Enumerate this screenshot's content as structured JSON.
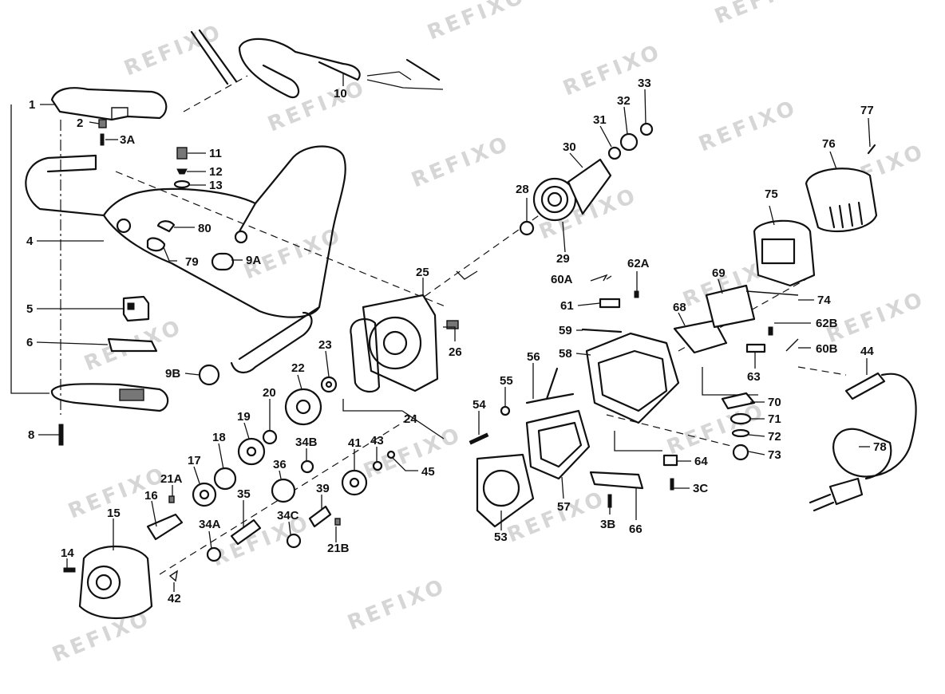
{
  "watermark": "REFIXO",
  "part_numbers": {
    "p1": "1",
    "p2": "2",
    "p3A": "3A",
    "p4": "4",
    "p5": "5",
    "p6": "6",
    "p8": "8",
    "p9A": "9A",
    "p9B": "9B",
    "p10": "10",
    "p11": "11",
    "p12": "12",
    "p13": "13",
    "p14": "14",
    "p15": "15",
    "p16": "16",
    "p17": "17",
    "p18": "18",
    "p19": "19",
    "p20": "20",
    "p21A": "21A",
    "p21B": "21B",
    "p22": "22",
    "p23": "23",
    "p24": "24",
    "p25": "25",
    "p26": "26",
    "p28": "28",
    "p29": "29",
    "p30": "30",
    "p31": "31",
    "p32": "32",
    "p33": "33",
    "p34A": "34A",
    "p34B": "34B",
    "p34C": "34C",
    "p35": "35",
    "p36": "36",
    "p39": "39",
    "p41": "41",
    "p42": "42",
    "p43": "43",
    "p44": "44",
    "p45": "45",
    "p53": "53",
    "p54": "54",
    "p55": "55",
    "p56": "56",
    "p57": "57",
    "p58": "58",
    "p59": "59",
    "p60A": "60A",
    "p60B": "60B",
    "p61": "61",
    "p62A": "62A",
    "p62B": "62B",
    "p63": "63",
    "p64": "64",
    "p66": "66",
    "p68": "68",
    "p69": "69",
    "p70": "70",
    "p71": "71",
    "p72": "72",
    "p73": "73",
    "p74": "74",
    "p75": "75",
    "p76": "76",
    "p77": "77",
    "p78": "78",
    "p79": "79",
    "p80": "80",
    "p3B": "3B",
    "p3C": "3C"
  }
}
